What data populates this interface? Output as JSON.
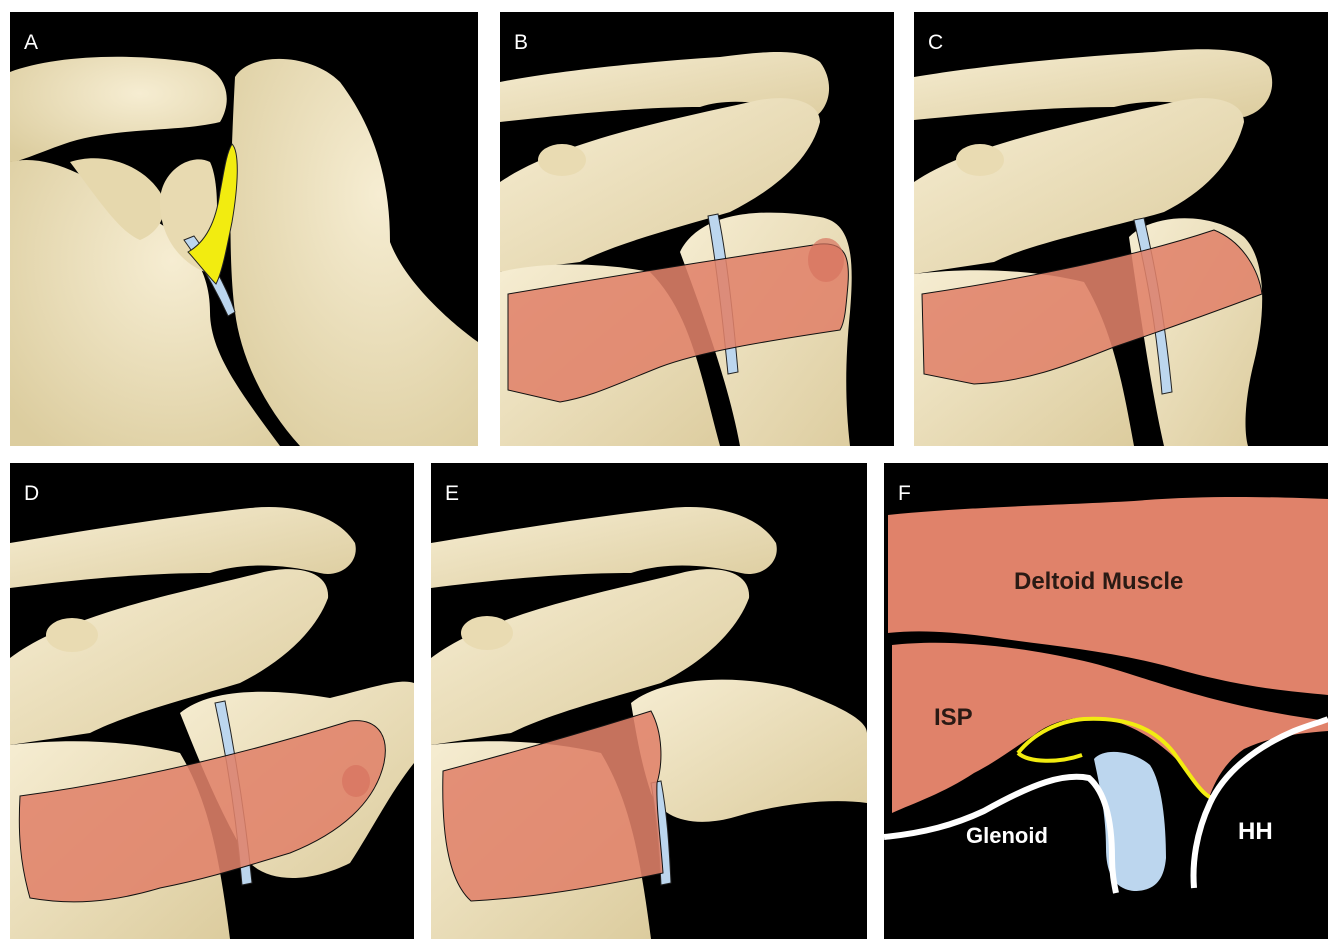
{
  "panels": [
    {
      "id": "A",
      "label": "A"
    },
    {
      "id": "B",
      "label": "B"
    },
    {
      "id": "C",
      "label": "C"
    },
    {
      "id": "D",
      "label": "D"
    },
    {
      "id": "E",
      "label": "E"
    },
    {
      "id": "F",
      "label": "F"
    }
  ],
  "schematic": {
    "deltoid_label": "Deltoid Muscle",
    "isp_label": "ISP",
    "glenoid_label": "Glenoid",
    "hh_label": "HH"
  },
  "colors": {
    "bone": "#efe3c0",
    "muscle": "#e0826a",
    "cartilage": "#bcd6ee",
    "capsule": "#f2ec10",
    "background": "#000000"
  }
}
